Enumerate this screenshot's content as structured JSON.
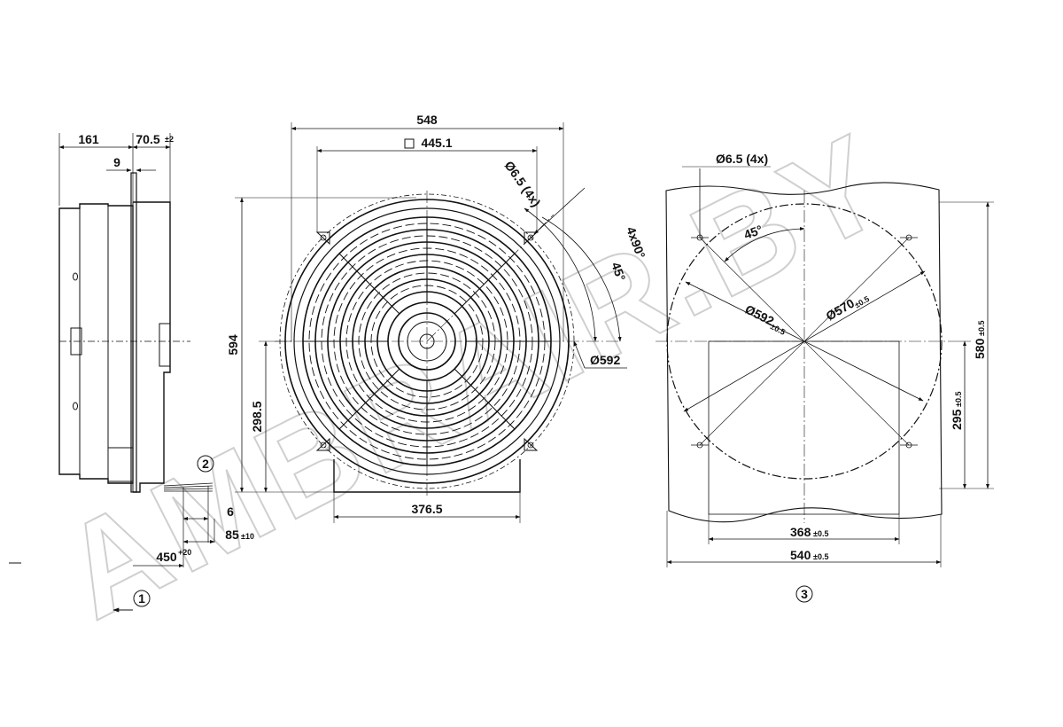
{
  "watermark": "AMBRAIR.BY",
  "side_view": {
    "dims": {
      "d161": "161",
      "d70_5": "70.5",
      "d70_5_tol": "±2",
      "d9": "9",
      "d6": "6",
      "d85": "85",
      "d85_tol": "±10",
      "d450": "450",
      "d450_tol": "+20"
    },
    "callout_1": "1",
    "callout_2": "2"
  },
  "front_view": {
    "dims": {
      "d548": "548",
      "d445": "445.1",
      "d594": "594",
      "d298": "298.5",
      "d376": "376.5",
      "d592": "Ø592",
      "hole": "Ø6.5 (4x)",
      "angle45": "45°",
      "angle4x90": "4x90°"
    }
  },
  "cutout_view": {
    "dims": {
      "hole": "Ø6.5 (4x)",
      "angle45": "45°",
      "d592": "Ø592",
      "d592_tol": "±0.5",
      "d570": "Ø570",
      "d570_tol": "±0.5",
      "d580": "580",
      "d580_tol": "±0.5",
      "d295": "295",
      "d295_tol": "±0.5",
      "d368": "368",
      "d368_tol": "±0.5",
      "d540": "540",
      "d540_tol": "±0.5"
    },
    "callout_3": "3"
  }
}
